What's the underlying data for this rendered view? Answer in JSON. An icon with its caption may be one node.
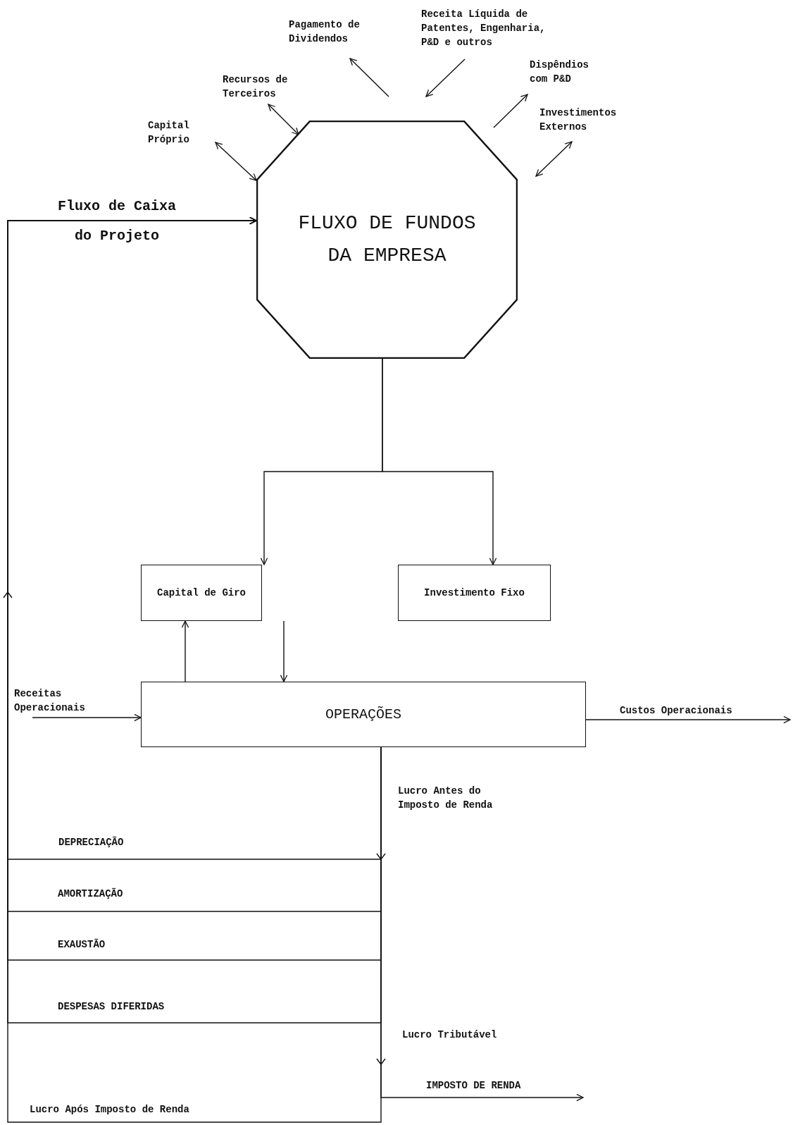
{
  "diagram": {
    "nodes": [
      {
        "text": [
          "FLUXO DE FUNDOS DA EMPRESA"
        ]
      },
      {
        "text": [
          "Capital Próprio"
        ]
      },
      {
        "text": [
          "Recursos de Terceiros"
        ]
      },
      {
        "text": [
          "Pagamento de Dividendos"
        ]
      },
      {
        "text": [
          "Receita Líquida de Patentes, Engenharia, P&D e outros"
        ]
      },
      {
        "text": [
          "Dispêndios com P&D"
        ]
      },
      {
        "text": [
          "Investimentos Externos"
        ]
      },
      {
        "text": [
          "Capital de Giro"
        ]
      },
      {
        "text": [
          "Investimento Fixo"
        ]
      },
      {
        "text": [
          "OPERAÇÕES"
        ]
      },
      {
        "text": [
          "Receitas Operacionais"
        ]
      }
    ],
    "edges": [
      {
        "from": 1,
        "to": 0,
        "arrow": "both"
      },
      {
        "from": 2,
        "to": 0,
        "arrow": "both"
      },
      {
        "from": 0,
        "to": 3,
        "arrow": "to"
      },
      {
        "from": 4,
        "to": 0,
        "arrow": "to"
      },
      {
        "from": 0,
        "to": 5,
        "arrow": "to"
      },
      {
        "from": 6,
        "to": 0,
        "arrow": "both"
      },
      {
        "from": 0,
        "to": 7,
        "arrow": "to"
      },
      {
        "from": 0,
        "to": 8,
        "arrow": "to"
      },
      {
        "from": 9,
        "to": 7,
        "arrow": "to"
      },
      {
        "from": 7,
        "to": 9,
        "arrow": "to"
      },
      {
        "from": 10,
        "to": 9,
        "arrow": "to"
      },
      {
        "from": 9,
        "to": null,
        "arrow": "to",
        "label": "Custos Operacionais"
      },
      {
        "from": 9,
        "to": 0,
        "arrow": "to",
        "label": "DEPRECIAÇÃO"
      },
      {
        "from": 9,
        "to": 0,
        "arrow": "to",
        "label": "AMORTIZAÇÃO"
      },
      {
        "from": 9,
        "to": 0,
        "arrow": "to",
        "label": "EXAUSTÃO"
      },
      {
        "from": 9,
        "to": 0,
        "arrow": "to",
        "label": "DESPESAS DIFERIDAS"
      },
      {
        "from": 9,
        "to": 0,
        "arrow": "to",
        "label": "Lucro Após Imposto de Renda"
      },
      {
        "from": 9,
        "to": null,
        "arrow": "to",
        "label": "IMPOSTO DE RENDA"
      }
    ],
    "labels": [
      "Fluxo de Caixa do Projeto",
      "Lucro Antes do Imposto de Renda",
      "Lucro Tributável"
    ]
  }
}
